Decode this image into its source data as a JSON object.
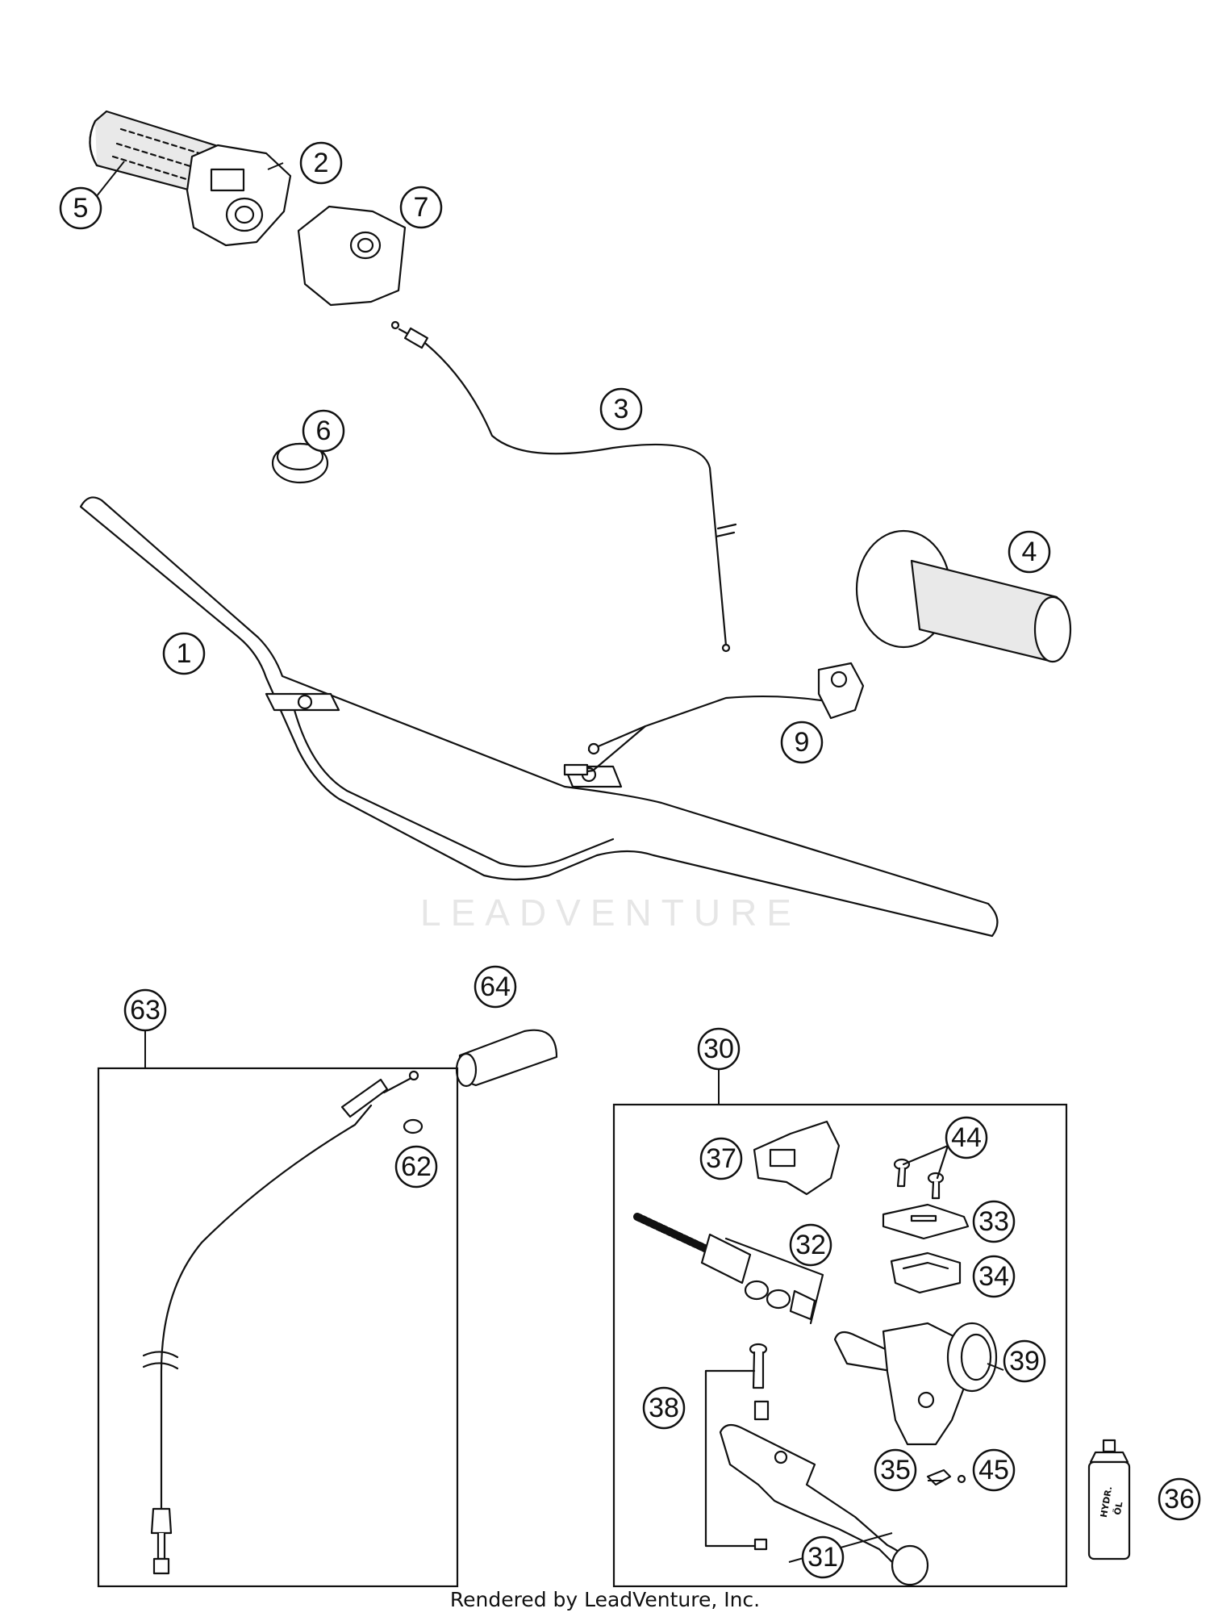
{
  "diagram": {
    "callouts": [
      {
        "id": "1",
        "label": "1"
      },
      {
        "id": "2",
        "label": "2"
      },
      {
        "id": "3",
        "label": "3"
      },
      {
        "id": "4",
        "label": "4"
      },
      {
        "id": "5",
        "label": "5"
      },
      {
        "id": "6",
        "label": "6"
      },
      {
        "id": "7",
        "label": "7"
      },
      {
        "id": "9",
        "label": "9"
      },
      {
        "id": "30",
        "label": "30"
      },
      {
        "id": "31",
        "label": "31"
      },
      {
        "id": "32",
        "label": "32"
      },
      {
        "id": "33",
        "label": "33"
      },
      {
        "id": "34",
        "label": "34"
      },
      {
        "id": "35",
        "label": "35"
      },
      {
        "id": "36",
        "label": "36"
      },
      {
        "id": "37",
        "label": "37"
      },
      {
        "id": "38",
        "label": "38"
      },
      {
        "id": "39",
        "label": "39"
      },
      {
        "id": "44",
        "label": "44"
      },
      {
        "id": "45",
        "label": "45"
      },
      {
        "id": "62",
        "label": "62"
      },
      {
        "id": "63",
        "label": "63"
      },
      {
        "id": "64",
        "label": "64"
      }
    ],
    "bottle_label_line1": "HYDR.",
    "bottle_label_line2": "ÖL"
  },
  "watermark": "LEADVENTURE",
  "footer": "Rendered by LeadVenture, Inc."
}
